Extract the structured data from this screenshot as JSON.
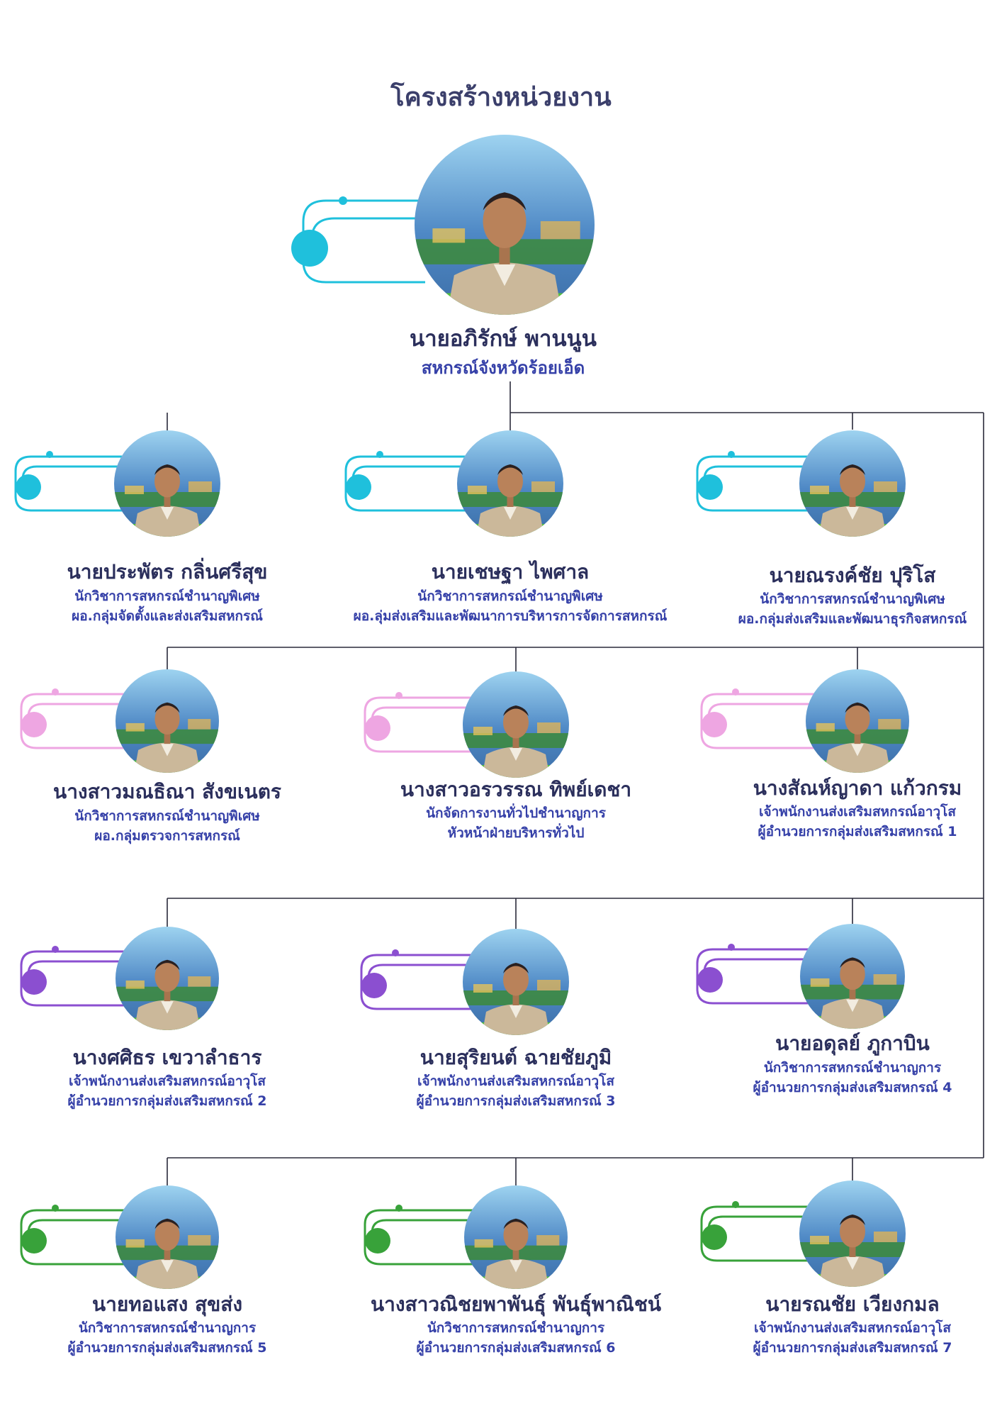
{
  "title": "โครงสร้างหน่วยงาน",
  "colors": {
    "lines": "#2a2a3a",
    "cyan": "#1fc0dc",
    "pink": "#eea6e2",
    "purple": "#8b4fd0",
    "green": "#38a23a",
    "role_text": "#3540a8",
    "name_text": "#2b2f5c"
  },
  "head": {
    "name": "นายอภิรักษ์  พานนูน",
    "title": "สหกรณ์จังหวัดร้อยเอ็ด"
  },
  "people": [
    {
      "name": "นายประพัตร  กลิ่นศรีสุข",
      "line1": "นักวิชาการสหกรณ์ชำนาญพิเศษ",
      "line2": "ผอ.กลุ่มจัดตั้งและส่งเสริมสหกรณ์"
    },
    {
      "name": "นายเชษฐา  ไพศาล",
      "line1": "นักวิชาการสหกรณ์ชำนาญพิเศษ",
      "line2": "ผอ.ลุ่มส่งเสริมและพัฒนาการบริหารการจัดการสหกรณ์"
    },
    {
      "name": "นายณรงค์ชัย  ปุริโส",
      "line1": "นักวิชาการสหกรณ์ชำนาญพิเศษ",
      "line2": "ผอ.กลุ่มส่งเสริมและพัฒนาธุรกิจสหกรณ์"
    },
    {
      "name": "นางสาวมณธิณา  สังขเนตร",
      "line1": "นักวิชาการสหกรณ์ชำนาญพิเศษ",
      "line2": "ผอ.กลุ่มตรวจการสหกรณ์"
    },
    {
      "name": "นางสาวอรวรรณ ทิพย์เดชา",
      "line1": "นักจัดการงานทั่วไปชำนาญการ",
      "line2": "หัวหน้าฝ่ายบริหารทั่วไป"
    },
    {
      "name": "นางสัณห์ญาดา แก้วกรม",
      "line1": "เจ้าพนักงานส่งเสริมสหกรณ์อาวุโส",
      "line2": "ผู้อำนวยการกลุ่มส่งเสริมสหกรณ์ 1"
    },
    {
      "name": "นางศศิธร  เขวาลำธาร",
      "line1": "เจ้าพนักงานส่งเสริมสหกรณ์อาวุโส",
      "line2": "ผู้อำนวยการกลุ่มส่งเสริมสหกรณ์ 2"
    },
    {
      "name": "นายสุริยนต์  ฉายชัยภูมิ",
      "line1": "เจ้าพนักงานส่งเสริมสหกรณ์อาวุโส",
      "line2": "ผู้อำนวยการกลุ่มส่งเสริมสหกรณ์ 3"
    },
    {
      "name": "นายอดุลย์ ภูกาบิน",
      "line1": "นักวิชาการสหกรณ์ชำนาญการ",
      "line2": "ผู้อำนวยการกลุ่มส่งเสริมสหกรณ์ 4"
    },
    {
      "name": "นายทอแสง สุขส่ง",
      "line1": "นักวิชาการสหกรณ์ชำนาญการ",
      "line2": "ผู้อำนวยการกลุ่มส่งเสริมสหกรณ์ 5"
    },
    {
      "name": "นางสาวณิชยพาพันธุ์  พันธุ์พาณิชน์",
      "line1": "นักวิชาการสหกรณ์ชำนาญการ",
      "line2": "ผู้อำนวยการกลุ่มส่งเสริมสหกรณ์ 6"
    },
    {
      "name": "นายรณชัย  เวียงกมล",
      "line1": "เจ้าพนักงานส่งเสริมสหกรณ์อาวุโส",
      "line2": "ผู้อำนวยการกลุ่มส่งเสริมสหกรณ์ 7"
    }
  ]
}
